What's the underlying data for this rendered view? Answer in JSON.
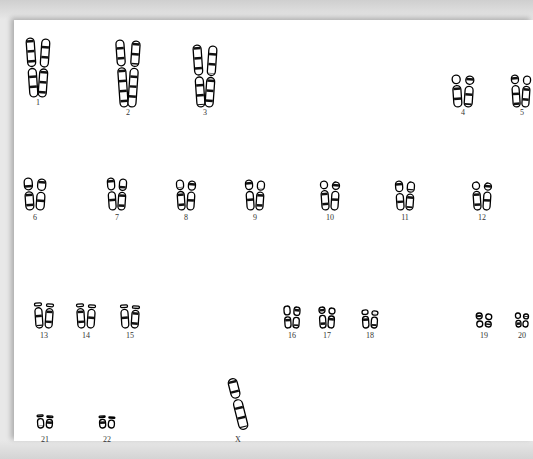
{
  "diagram": {
    "labels": [
      "1",
      "2",
      "3",
      "4",
      "5",
      "6",
      "7",
      "8",
      "9",
      "10",
      "11",
      "12",
      "13",
      "14",
      "15",
      "16",
      "17",
      "18",
      "19",
      "20",
      "21",
      "22",
      "X"
    ]
  }
}
